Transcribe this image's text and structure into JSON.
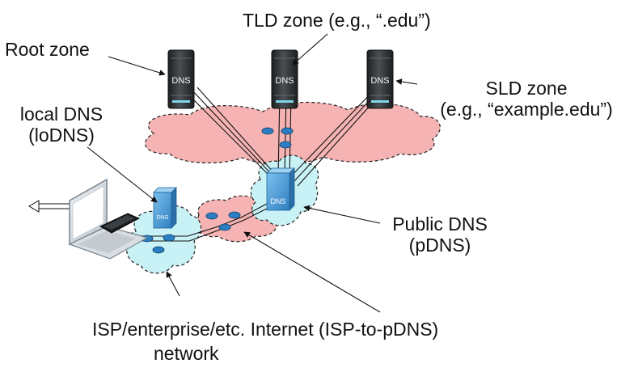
{
  "labels": {
    "root_zone": "Root zone",
    "tld_zone": "TLD zone (e.g., “.edu”)",
    "sld_zone_line1": "SLD zone",
    "sld_zone_line2": "(e.g., “example.edu”)",
    "local_dns_line1": "local DNS",
    "local_dns_line2": "(loDNS)",
    "public_dns_line1": "Public DNS",
    "public_dns_line2": "(pDNS)",
    "network_line1": "ISP/enterprise/etc. Internet (ISP-to-pDNS)",
    "network_line2": "network"
  },
  "server_text": {
    "root": "DNS",
    "tld": "DNS",
    "sld": "DNS",
    "public": "DNS",
    "local": "DNS"
  },
  "icons": {
    "servers": "dns-rack-server-icon",
    "routers": "router-icon",
    "laptop": "laptop-icon",
    "phone": "smartphone-icon"
  },
  "colors": {
    "internet_cloud": "#f6b3b3",
    "access_cloud": "#c8f2f6",
    "router": "#2b7ec1",
    "public_dns_box": "#4a9bd8",
    "rack": "#2f3336"
  }
}
